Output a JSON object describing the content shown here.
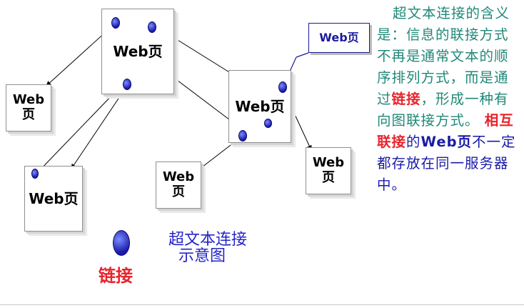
{
  "diagram": {
    "page_label": "Web页",
    "page_label_split_top": "Web",
    "page_label_split_bottom": "页",
    "legend_label": "链接",
    "caption_line1": "超文本连接",
    "caption_line2": "示意图"
  },
  "paragraph": {
    "part1": "超文本连接的含义是：信息的联接方式不再是通常文本的顺序排列方式，而是通过",
    "highlight_link": "链接",
    "part2": "，形成一种有向图联接方式。",
    "highlight_mutual": "相互联接",
    "part3": "的",
    "part4_web": "Web页",
    "part5": "不一定都存放在同一服务器中。"
  },
  "colors": {
    "paragraph": "#208878",
    "highlight": "#e8242b",
    "link_node": "#1a1aa8",
    "caption": "#2424c8"
  }
}
